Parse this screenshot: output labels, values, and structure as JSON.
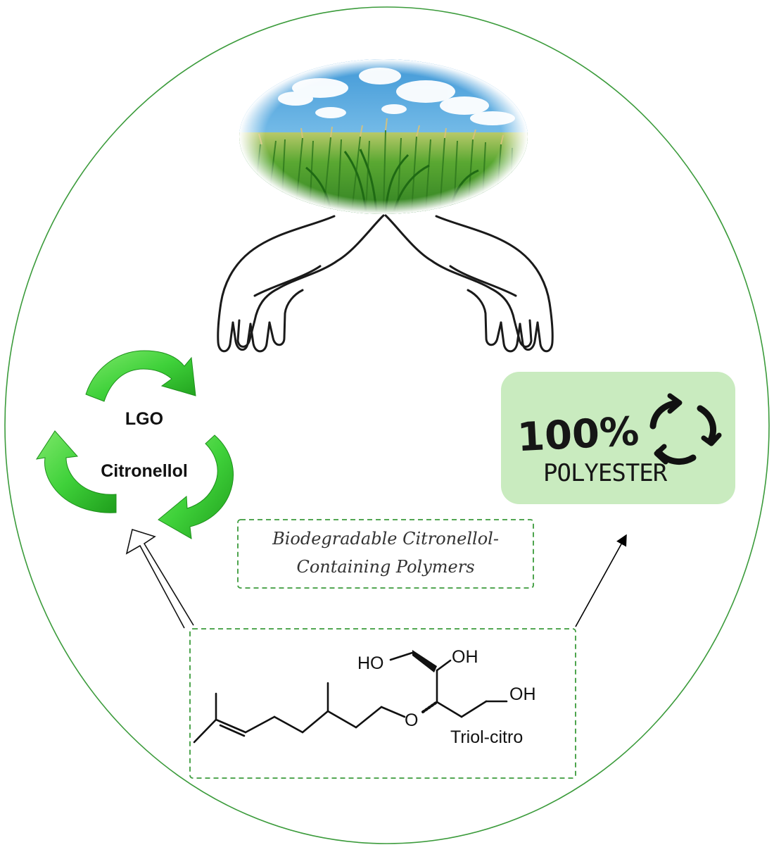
{
  "cycle": {
    "line1": "LGO",
    "line2": "Citronellol"
  },
  "caption_box": {
    "line1": "Biodegradable Citronellol-",
    "line2": "Containing Polymers"
  },
  "molecule": {
    "name": "Triol-citro",
    "atoms": {
      "ho_left": "HO",
      "oh_top": "OH",
      "oh_right": "OH",
      "ether_o": "O"
    }
  },
  "badge": {
    "big_text": "100%",
    "small_text": "POLYESTER",
    "bg_color": "#c9ebbf"
  },
  "colors": {
    "outer_ellipse": "#3b9b3b",
    "dashed_box": "#3b9b3b",
    "cycle_arrows": "#3fd13a",
    "sky": "#4fa6dc",
    "field": "#3f9a2b"
  }
}
